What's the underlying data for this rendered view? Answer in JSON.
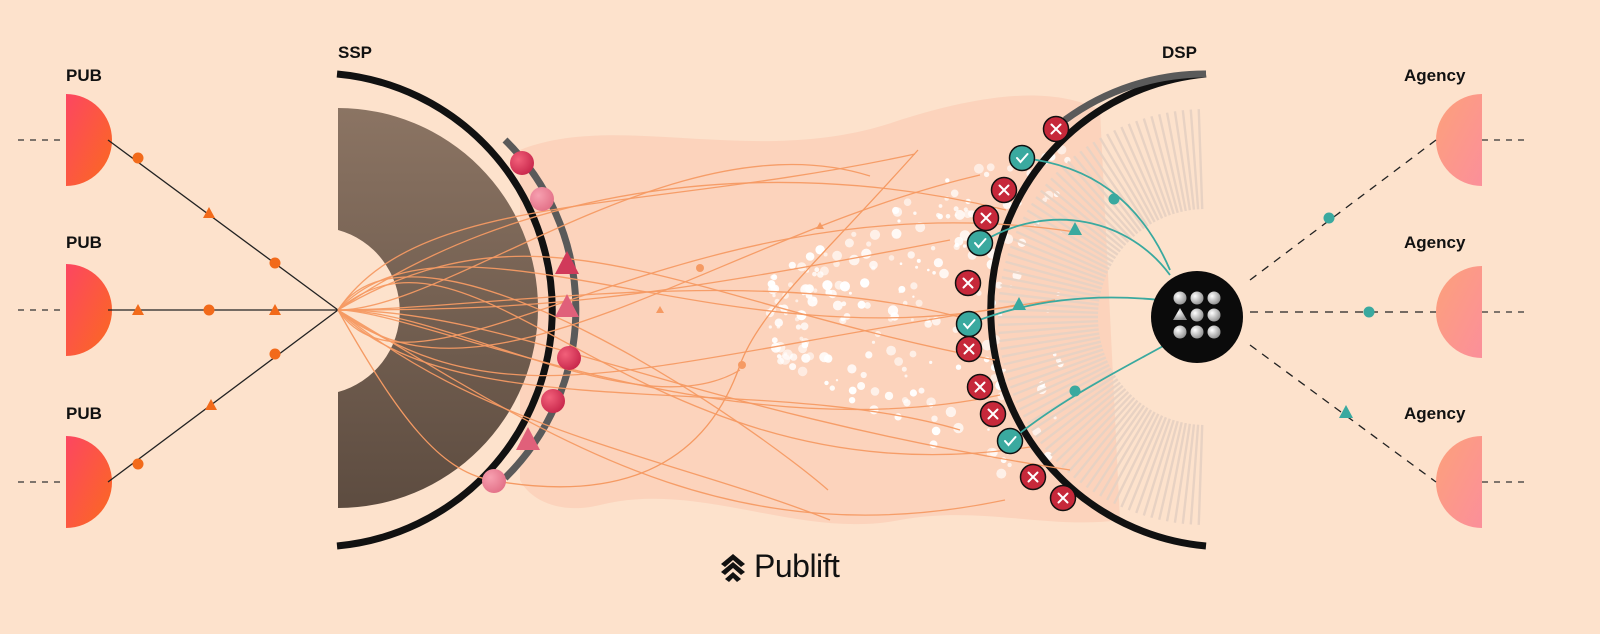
{
  "labels": {
    "ssp": "SSP",
    "dsp": "DSP",
    "publishers": [
      "PUB",
      "PUB",
      "PUB"
    ],
    "agencies": [
      "Agency",
      "Agency",
      "Agency"
    ]
  },
  "brand": {
    "name": "Publift",
    "icon": "publift-logo-icon"
  },
  "colors": {
    "background": "#fde2cc",
    "publisher": "#fb5a32",
    "agency": "#fb9c86",
    "ssp_body": "#6f5b4c",
    "dsp_body": "#e9d3c5",
    "bid_flow": "#f59a63",
    "win": "#3aa99f",
    "loss": "#c6283a",
    "bid_marker": "#d8415a"
  },
  "icons": {
    "win": "check-icon",
    "loss": "cross-icon",
    "hub": "dot-grid-icon"
  }
}
